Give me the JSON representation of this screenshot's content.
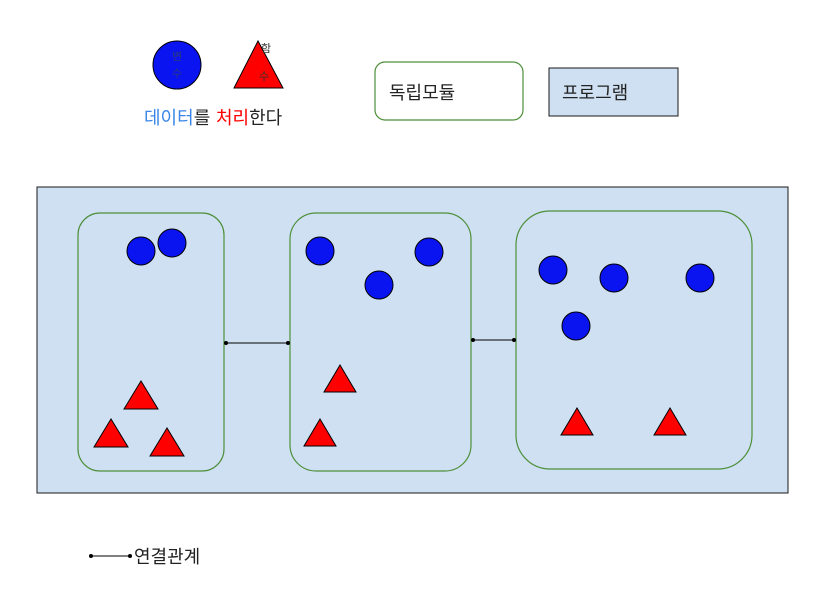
{
  "colors": {
    "variable_fill": "#0a14f0",
    "function_fill": "#ff0000",
    "data_text": "#3a86e8",
    "process_text": "#ff0000",
    "plain_text": "#222222",
    "module_border": "#4e8f3a",
    "program_fill": "#cfe0f3",
    "program_border": "#1a1a1a"
  },
  "legend": {
    "variable_label": "변\n수",
    "function_label": "함\n수",
    "caption": {
      "data_word": "데이터",
      "particle_1": "를 ",
      "process_word": "처리",
      "suffix": "한다"
    },
    "module_label": "독립모듈",
    "program_label": "프로그램",
    "link_label": "연결관계"
  },
  "modules": [
    {
      "variables": 2,
      "functions": 3
    },
    {
      "variables": 3,
      "functions": 2
    },
    {
      "variables": 4,
      "functions": 2
    }
  ],
  "links": [
    {
      "from": 0,
      "to": 1
    },
    {
      "from": 1,
      "to": 2
    }
  ]
}
